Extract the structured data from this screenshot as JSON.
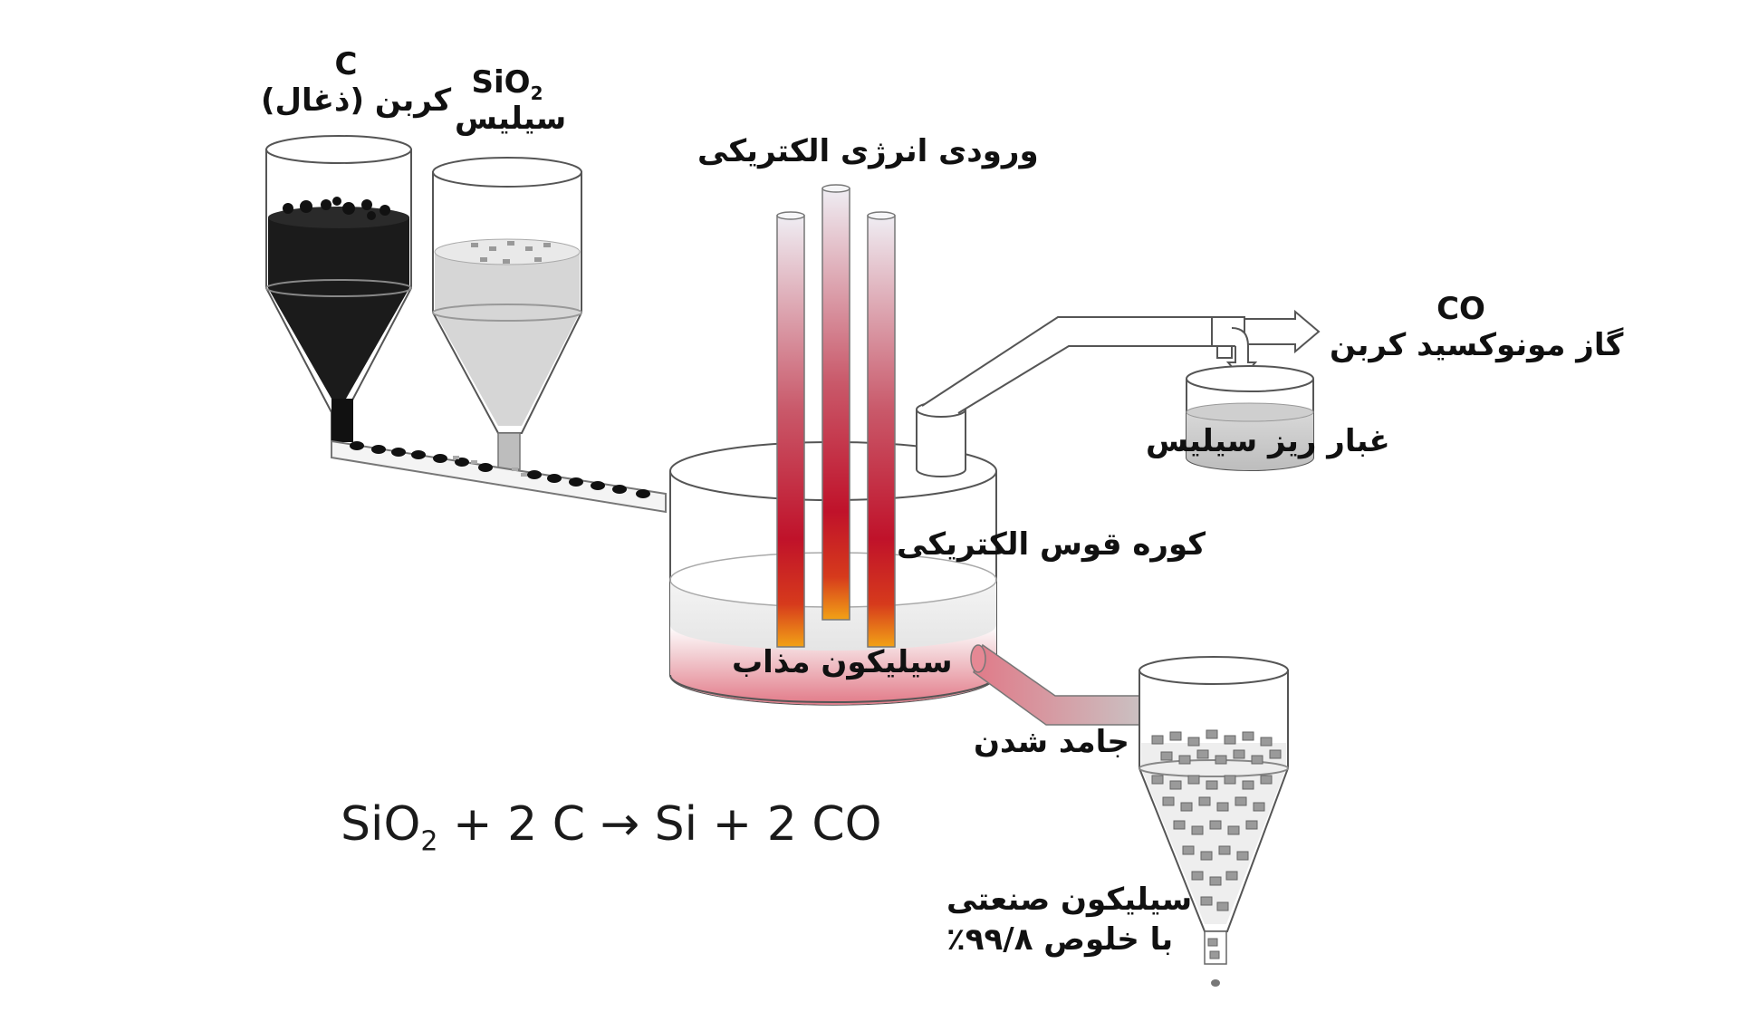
{
  "carbon": {
    "formula": "C",
    "name": "کربن (ذغال)"
  },
  "silica": {
    "formula_main": "SiO",
    "formula_sub": "2",
    "name": "سیلیس"
  },
  "electric_input": "ورودی انرژی الکتریکی",
  "furnace": "کوره قوس الکتریکی",
  "molten_silicon": "سیلیکون مذاب",
  "co_gas": {
    "formula": "CO",
    "name": "گاز مونوکسید کربن"
  },
  "silica_dust": "غبار ریز سیلیس",
  "solidification": "جامد شدن",
  "industrial_silicon": {
    "line1": "سیلیکون صنعتی",
    "line2": "با خلوص ۹۹/۸٪"
  },
  "equation": {
    "part1": "SiO",
    "sub": "2",
    "part2": " + 2 C → Si + 2 CO"
  },
  "colors": {
    "carbon": "#1b1b1b",
    "silica": "#d6d6d6",
    "electrode_top": "#e8e6ee",
    "electrode_mid": "#c0122a",
    "electrode_tip": "#f2a216",
    "molten": "#e8808c"
  }
}
